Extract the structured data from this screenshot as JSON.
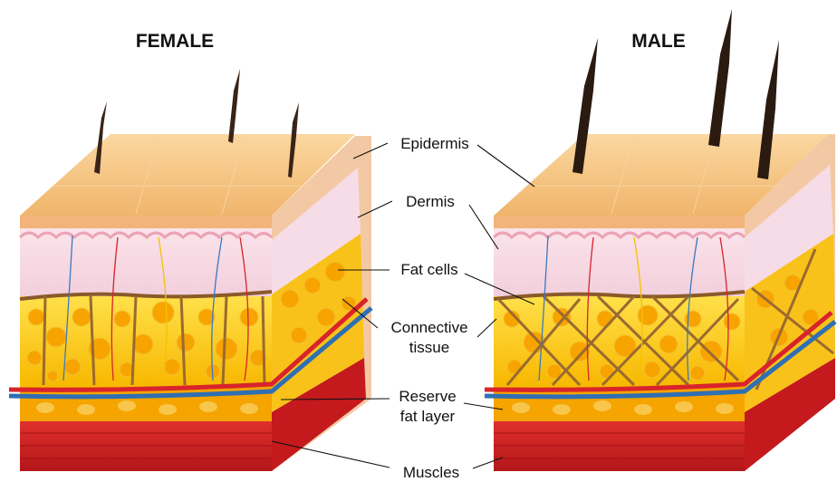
{
  "titles": {
    "female": "FEMALE",
    "male": "MALE"
  },
  "labels": {
    "epidermis": "Epidermis",
    "dermis": "Dermis",
    "fat_cells": "Fat cells",
    "connective_line1": "Connective",
    "connective_line2": "tissue",
    "reserve_line1": "Reserve",
    "reserve_line2": "fat layer",
    "muscles": "Muscles"
  },
  "colors": {
    "epidermis": "#f6c98a",
    "dermis": "#f7dbe4",
    "fat_layer": "#f7c400",
    "fat_cell": "#f7a400",
    "connective_tissue": "#8a5a2a",
    "reserve_fat": "#f5a400",
    "muscle": "#cc1f1f",
    "artery": "#d8242a",
    "vein": "#2f6fb3",
    "hair": "#3a2418"
  }
}
